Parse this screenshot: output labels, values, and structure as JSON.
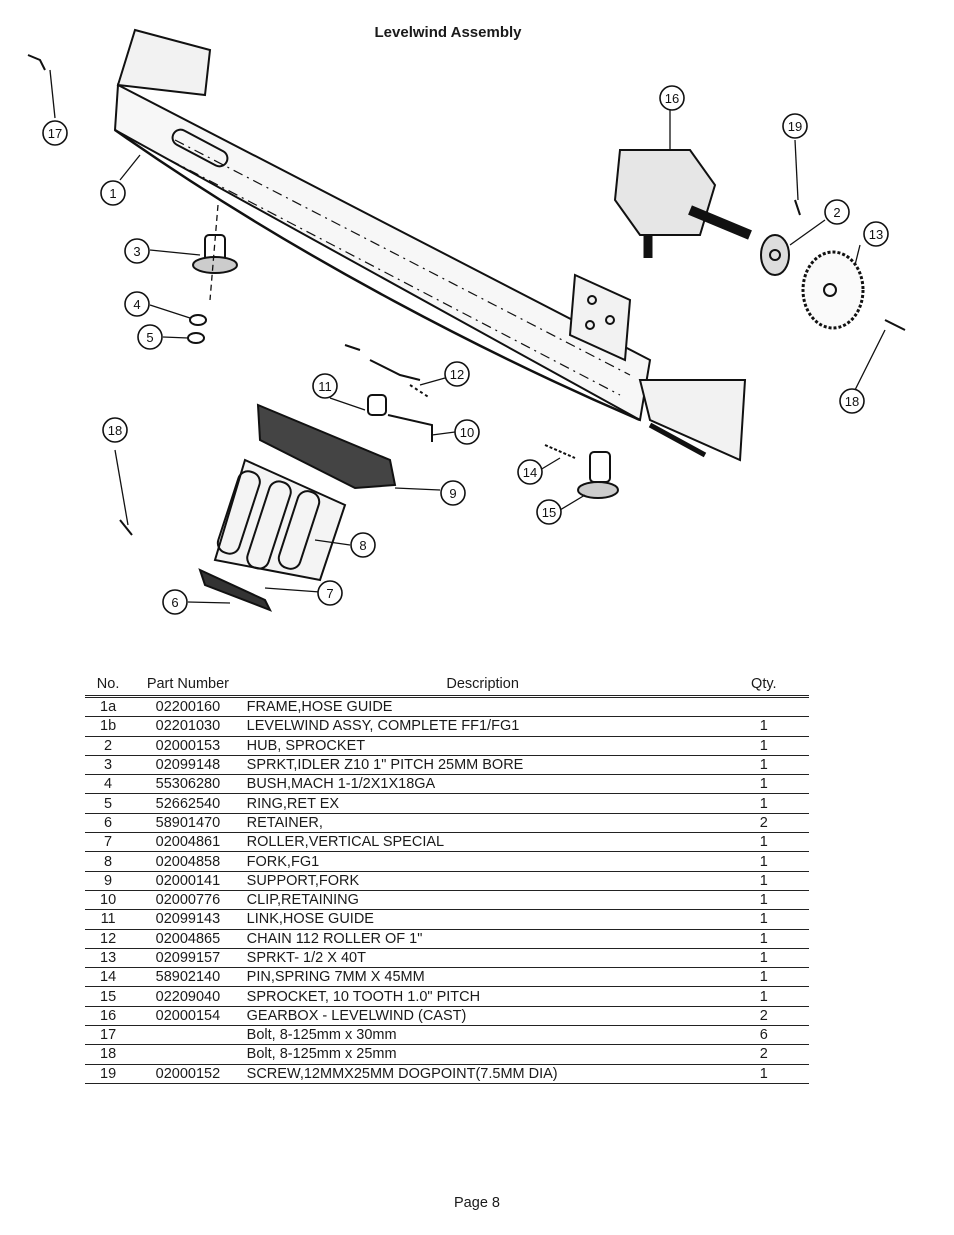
{
  "title": "Levelwind Assembly",
  "diagram": {
    "callouts": [
      "1",
      "2",
      "3",
      "4",
      "5",
      "6",
      "7",
      "8",
      "9",
      "10",
      "11",
      "12",
      "13",
      "14",
      "15",
      "16",
      "17",
      "18",
      "18",
      "19"
    ]
  },
  "table": {
    "headers": {
      "no": "No.",
      "part_number": "Part Number",
      "description": "Description",
      "qty": "Qty."
    },
    "rows": [
      {
        "no": "1a",
        "part_number": "02200160",
        "description": "FRAME,HOSE GUIDE",
        "qty": ""
      },
      {
        "no": "1b",
        "part_number": "02201030",
        "description": "LEVELWIND ASSY, COMPLETE FF1/FG1",
        "qty": "1"
      },
      {
        "no": "2",
        "part_number": "02000153",
        "description": "HUB, SPROCKET",
        "qty": "1"
      },
      {
        "no": "3",
        "part_number": "02099148",
        "description": "SPRKT,IDLER Z10 1\" PITCH 25MM BORE",
        "qty": "1"
      },
      {
        "no": "4",
        "part_number": "55306280",
        "description": "BUSH,MACH 1-1/2X1X18GA",
        "qty": "1"
      },
      {
        "no": "5",
        "part_number": "52662540",
        "description": "RING,RET EX",
        "qty": "1"
      },
      {
        "no": "6",
        "part_number": "58901470",
        "description": "RETAINER,",
        "qty": "2"
      },
      {
        "no": "7",
        "part_number": "02004861",
        "description": "ROLLER,VERTICAL SPECIAL",
        "qty": "1"
      },
      {
        "no": "8",
        "part_number": "02004858",
        "description": "FORK,FG1",
        "qty": "1"
      },
      {
        "no": "9",
        "part_number": "02000141",
        "description": "SUPPORT,FORK",
        "qty": "1"
      },
      {
        "no": "10",
        "part_number": "02000776",
        "description": "CLIP,RETAINING",
        "qty": "1"
      },
      {
        "no": "11",
        "part_number": "02099143",
        "description": "LINK,HOSE GUIDE",
        "qty": "1"
      },
      {
        "no": "12",
        "part_number": "02004865",
        "description": "CHAIN 112 ROLLER OF 1\"",
        "qty": "1"
      },
      {
        "no": "13",
        "part_number": "02099157",
        "description": "SPRKT- 1/2 X 40T",
        "qty": "1"
      },
      {
        "no": "14",
        "part_number": "58902140",
        "description": "PIN,SPRING 7MM X 45MM",
        "qty": "1"
      },
      {
        "no": "15",
        "part_number": "02209040",
        "description": "SPROCKET, 10 TOOTH  1.0\" PITCH",
        "qty": "1"
      },
      {
        "no": "16",
        "part_number": "02000154",
        "description": "GEARBOX - LEVELWIND (CAST)",
        "qty": "2"
      },
      {
        "no": "17",
        "part_number": "",
        "description": "Bolt, 8-125mm x 30mm",
        "qty": "6"
      },
      {
        "no": "18",
        "part_number": "",
        "description": "Bolt, 8-125mm x 25mm",
        "qty": "2"
      },
      {
        "no": "19",
        "part_number": "02000152",
        "description": "SCREW,12MMX25MM DOGPOINT(7.5MM DIA)",
        "qty": "1"
      }
    ]
  },
  "footer": {
    "page": "Page 8"
  }
}
